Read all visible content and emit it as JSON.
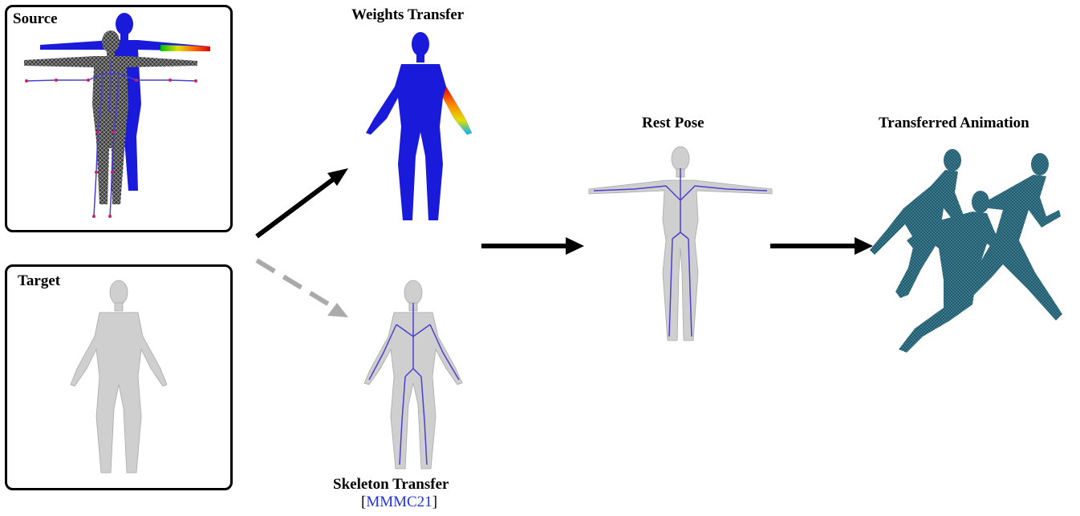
{
  "panels": {
    "source": {
      "title": "Source"
    },
    "target": {
      "title": "Target"
    }
  },
  "stages": {
    "weights_transfer": {
      "title": "Weights Transfer"
    },
    "skeleton_transfer": {
      "title": "Skeleton Transfer",
      "citation_open": "[",
      "citation": "MMMC21",
      "citation_close": "]"
    },
    "rest_pose": {
      "title": "Rest Pose"
    },
    "transferred_animation": {
      "title": "Transferred Animation"
    }
  },
  "colors": {
    "weights_mesh": "#1a1adb",
    "neutral_mesh": "#cfcfcf",
    "skeleton": "#4a3fd0",
    "animation_mesh": "#1f5a6e",
    "arrow_solid": "#000000",
    "arrow_dashed": "#aaaaaa",
    "citation_link": "#2233dd"
  }
}
